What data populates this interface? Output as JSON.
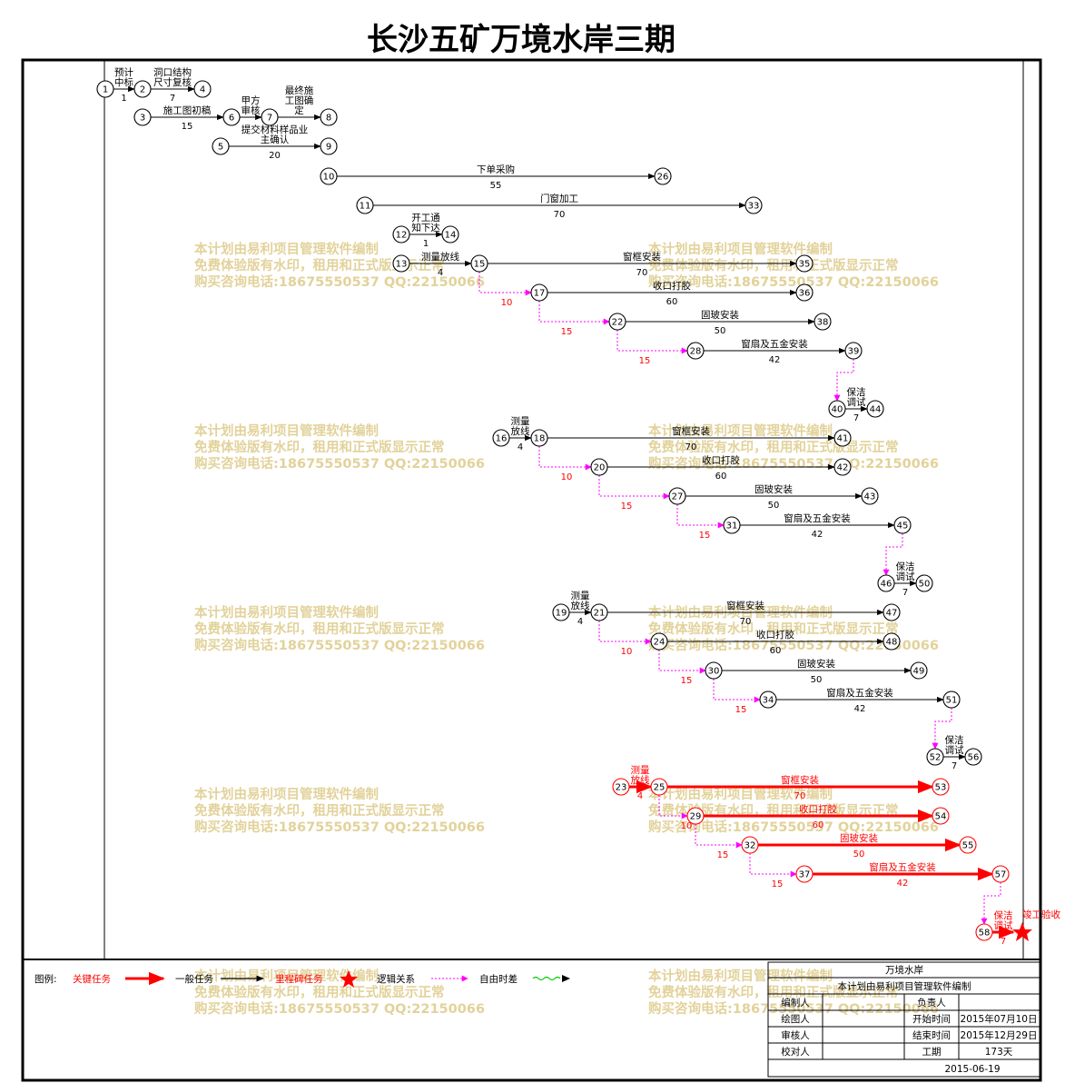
{
  "title": "长沙五矿万境水岸三期",
  "watermark": [
    "本计划由易利项目管理软件编制",
    "免费体验版有水印，租用和正式版显示正常",
    "购买咨询电话:18675550537 QQ:22150066"
  ],
  "colors": {
    "general": "#000000",
    "critical": "#ff0000",
    "logic": "#ff00ff",
    "milestone": "#ff0000",
    "free_float": "#00cc00"
  },
  "legend": {
    "label": "图例:",
    "items": [
      {
        "text": "关键任务",
        "kind": "critical"
      },
      {
        "text": "一般任务",
        "kind": "general"
      },
      {
        "text": "里程碑任务",
        "kind": "milestone"
      },
      {
        "text": "逻辑关系",
        "kind": "logic"
      },
      {
        "text": "自由时差",
        "kind": "float"
      }
    ]
  },
  "title_block": {
    "project": "万境水岸",
    "subtitle": "本计划由易利项目管理软件编制",
    "rows": [
      {
        "label": "编制人",
        "value": "",
        "label2": "负责人",
        "value2": ""
      },
      {
        "label": "绘图人",
        "value": "",
        "label2": "开始时间",
        "value2": "2015年07月10日"
      },
      {
        "label": "审核人",
        "value": "",
        "label2": "结束时间",
        "value2": "2015年12月29日"
      },
      {
        "label": "校对人",
        "value": "",
        "label2": "工期",
        "value2": "173天"
      }
    ],
    "date": "2015-06-19"
  },
  "nodes": [
    {
      "id": "1"
    },
    {
      "id": "2"
    },
    {
      "id": "3"
    },
    {
      "id": "4"
    },
    {
      "id": "5"
    },
    {
      "id": "6"
    },
    {
      "id": "7"
    },
    {
      "id": "8"
    },
    {
      "id": "9"
    },
    {
      "id": "10"
    },
    {
      "id": "11"
    },
    {
      "id": "12"
    },
    {
      "id": "13"
    },
    {
      "id": "14"
    },
    {
      "id": "15"
    },
    {
      "id": "16"
    },
    {
      "id": "17"
    },
    {
      "id": "18"
    },
    {
      "id": "19"
    },
    {
      "id": "20"
    },
    {
      "id": "21"
    },
    {
      "id": "22"
    },
    {
      "id": "23",
      "critical": true
    },
    {
      "id": "24"
    },
    {
      "id": "25",
      "critical": true
    },
    {
      "id": "26"
    },
    {
      "id": "27"
    },
    {
      "id": "28"
    },
    {
      "id": "29",
      "critical": true
    },
    {
      "id": "30"
    },
    {
      "id": "31"
    },
    {
      "id": "32",
      "critical": true
    },
    {
      "id": "33"
    },
    {
      "id": "34"
    },
    {
      "id": "35"
    },
    {
      "id": "36"
    },
    {
      "id": "37",
      "critical": true
    },
    {
      "id": "38"
    },
    {
      "id": "39"
    },
    {
      "id": "40"
    },
    {
      "id": "41"
    },
    {
      "id": "42"
    },
    {
      "id": "43"
    },
    {
      "id": "44"
    },
    {
      "id": "45"
    },
    {
      "id": "46"
    },
    {
      "id": "47"
    },
    {
      "id": "48"
    },
    {
      "id": "49"
    },
    {
      "id": "50"
    },
    {
      "id": "51"
    },
    {
      "id": "52"
    },
    {
      "id": "53",
      "critical": true
    },
    {
      "id": "54",
      "critical": true
    },
    {
      "id": "55",
      "critical": true
    },
    {
      "id": "56"
    },
    {
      "id": "57",
      "critical": true
    },
    {
      "id": "58",
      "critical": true
    }
  ],
  "tasks": [
    {
      "from": "1",
      "to": "2",
      "label": [
        "预计",
        "中标"
      ],
      "duration": "1"
    },
    {
      "from": "2",
      "to": "4",
      "label": [
        "洞口结构",
        "尺寸复核"
      ],
      "duration": "7"
    },
    {
      "from": "3",
      "to": "6",
      "label": [
        "施工图初稿"
      ],
      "duration": "15"
    },
    {
      "from": "6",
      "to": "7",
      "label": [
        "甲方",
        "审核"
      ],
      "duration": ""
    },
    {
      "from": "7",
      "to": "8",
      "label": [
        "最终施",
        "工图确",
        "定"
      ],
      "duration": ""
    },
    {
      "from": "5",
      "to": "9",
      "label": [
        "提交材料样品业",
        "主确认"
      ],
      "duration": "20"
    },
    {
      "from": "10",
      "to": "26",
      "label": [
        "下单采购"
      ],
      "duration": "55"
    },
    {
      "from": "11",
      "to": "33",
      "label": [
        "门窗加工"
      ],
      "duration": "70"
    },
    {
      "from": "12",
      "to": "14",
      "label": [
        "开工通",
        "知下达"
      ],
      "duration": "1"
    },
    {
      "from": "13",
      "to": "15",
      "label": [
        "测量放线"
      ],
      "duration": "4"
    },
    {
      "from": "15",
      "to": "35",
      "label": [
        "窗框安装"
      ],
      "duration": "70"
    },
    {
      "from": "17",
      "to": "36",
      "label": [
        "收口打胶"
      ],
      "duration": "60"
    },
    {
      "from": "22",
      "to": "38",
      "label": [
        "固玻安装"
      ],
      "duration": "50"
    },
    {
      "from": "28",
      "to": "39",
      "label": [
        "窗扇及五金安装"
      ],
      "duration": "42"
    },
    {
      "from": "40",
      "to": "44",
      "label": [
        "保洁",
        "调试"
      ],
      "duration": "7"
    },
    {
      "from": "16",
      "to": "18",
      "label": [
        "测量",
        "放线"
      ],
      "duration": "4"
    },
    {
      "from": "18",
      "to": "41",
      "label": [
        "窗框安装"
      ],
      "duration": "70"
    },
    {
      "from": "20",
      "to": "42",
      "label": [
        "收口打胶"
      ],
      "duration": "60"
    },
    {
      "from": "27",
      "to": "43",
      "label": [
        "固玻安装"
      ],
      "duration": "50"
    },
    {
      "from": "31",
      "to": "45",
      "label": [
        "窗扇及五金安装"
      ],
      "duration": "42"
    },
    {
      "from": "46",
      "to": "50",
      "label": [
        "保洁",
        "调试"
      ],
      "duration": "7"
    },
    {
      "from": "19",
      "to": "21",
      "label": [
        "测量",
        "放线"
      ],
      "duration": "4"
    },
    {
      "from": "21",
      "to": "47",
      "label": [
        "窗框安装"
      ],
      "duration": "70"
    },
    {
      "from": "24",
      "to": "48",
      "label": [
        "收口打胶"
      ],
      "duration": "60"
    },
    {
      "from": "30",
      "to": "49",
      "label": [
        "固玻安装"
      ],
      "duration": "50"
    },
    {
      "from": "34",
      "to": "51",
      "label": [
        "窗扇及五金安装"
      ],
      "duration": "42"
    },
    {
      "from": "52",
      "to": "56",
      "label": [
        "保洁",
        "调试"
      ],
      "duration": "7"
    },
    {
      "from": "23",
      "to": "25",
      "label": [
        "测量",
        "放线"
      ],
      "duration": "4",
      "critical": true
    },
    {
      "from": "25",
      "to": "53",
      "label": [
        "窗框安装"
      ],
      "duration": "70",
      "critical": true
    },
    {
      "from": "29",
      "to": "54",
      "label": [
        "收口打胶"
      ],
      "duration": "60",
      "critical": true
    },
    {
      "from": "32",
      "to": "55",
      "label": [
        "固玻安装"
      ],
      "duration": "50",
      "critical": true
    },
    {
      "from": "37",
      "to": "57",
      "label": [
        "窗扇及五金安装"
      ],
      "duration": "42",
      "critical": true
    },
    {
      "from": "58",
      "to": "milestone",
      "label": [
        "保洁",
        "调试"
      ],
      "duration": "7",
      "critical": true
    }
  ],
  "logic_links": [
    {
      "from": "15",
      "to": "17",
      "lag": "10"
    },
    {
      "from": "17",
      "to": "22",
      "lag": "15"
    },
    {
      "from": "22",
      "to": "28",
      "lag": "15"
    },
    {
      "from": "39",
      "to": "40",
      "lag": ""
    },
    {
      "from": "18",
      "to": "20",
      "lag": "10"
    },
    {
      "from": "20",
      "to": "27",
      "lag": "15"
    },
    {
      "from": "27",
      "to": "31",
      "lag": "15"
    },
    {
      "from": "45",
      "to": "46",
      "lag": ""
    },
    {
      "from": "21",
      "to": "24",
      "lag": "10"
    },
    {
      "from": "24",
      "to": "30",
      "lag": "15"
    },
    {
      "from": "30",
      "to": "34",
      "lag": "15"
    },
    {
      "from": "51",
      "to": "52",
      "lag": ""
    },
    {
      "from": "25",
      "to": "29",
      "lag": "10"
    },
    {
      "from": "29",
      "to": "32",
      "lag": "15"
    },
    {
      "from": "32",
      "to": "37",
      "lag": "15"
    },
    {
      "from": "57",
      "to": "58",
      "lag": ""
    }
  ],
  "milestone": {
    "label": "竣工验收"
  }
}
